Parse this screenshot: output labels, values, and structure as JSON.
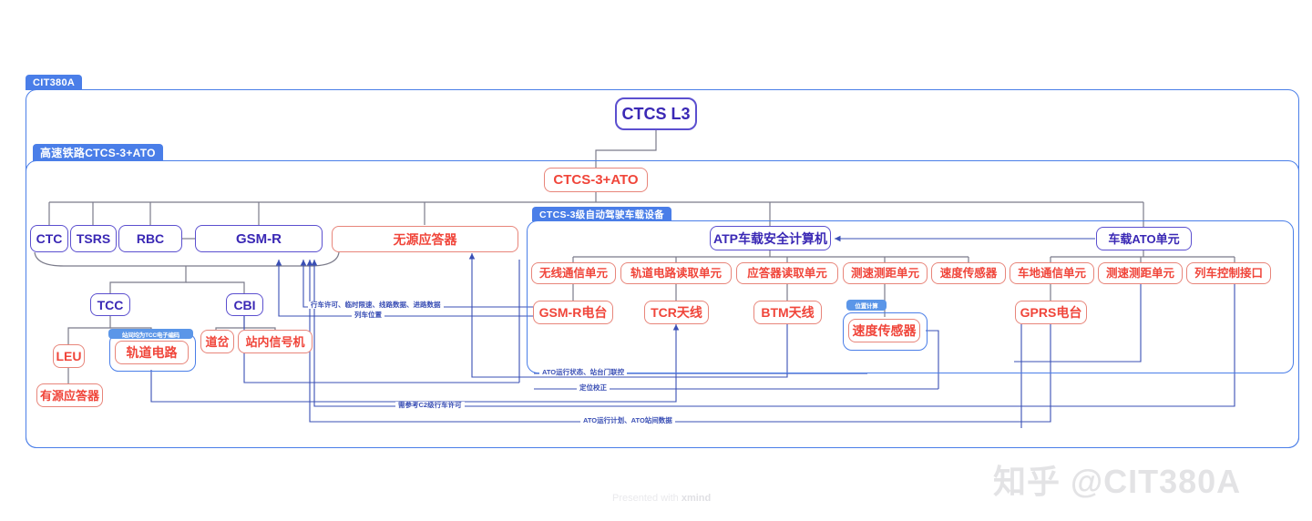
{
  "meta": {
    "watermark": "知乎 @CIT380A",
    "footer_prefix": "Presented with ",
    "footer_brand": "xmind",
    "colors": {
      "frame_blue": "#4a7ee8",
      "node_blue_border": "#5b4fcf",
      "node_blue_text": "#3a28b5",
      "node_red_border": "#e8857a",
      "node_red_text": "#f0453a",
      "badge_blue": "#5b96e8",
      "edge_gray": "#7b7b8a",
      "edge_blue": "#3a4fb5",
      "watermark_gray": "#e3e3e5"
    }
  },
  "frames": {
    "outer": {
      "label": "CIT380A"
    },
    "line": {
      "label": "高速铁路CTCS-3+ATO"
    },
    "onboard": {
      "label": "CTCS-3级自动驾驶车载设备"
    }
  },
  "root": {
    "label": "CTCS L3"
  },
  "line_root": {
    "label": "CTCS-3+ATO"
  },
  "ground": {
    "top_row": [
      {
        "name": "ctc",
        "label": "CTC"
      },
      {
        "name": "tsrs",
        "label": "TSRS"
      },
      {
        "name": "rbc",
        "label": "RBC"
      },
      {
        "name": "gsmr",
        "label": "GSM-R"
      }
    ],
    "balise_passive": {
      "label": "无源应答器"
    },
    "tcc": {
      "label": "TCC"
    },
    "cbi": {
      "label": "CBI"
    },
    "leu": {
      "label": "LEU"
    },
    "track_circuit": {
      "label": "轨道电路"
    },
    "track_circuit_badge": {
      "label": "站间均为TCC电子编码"
    },
    "switch": {
      "label": "道岔"
    },
    "station_signal": {
      "label": "站内信号机"
    },
    "balise_active": {
      "label": "有源应答器"
    }
  },
  "onboard": {
    "atp": {
      "label": "ATP车载安全计算机"
    },
    "ato": {
      "label": "车载ATO单元"
    },
    "atp_children": [
      {
        "name": "radio-comm-unit",
        "label": "无线通信单元"
      },
      {
        "name": "track-circuit-reader",
        "label": "轨道电路读取单元"
      },
      {
        "name": "balise-reader",
        "label": "应答器读取单元"
      },
      {
        "name": "speed-distance-unit",
        "label": "测速测距单元"
      },
      {
        "name": "speed-sensor",
        "label": "速度传感器"
      }
    ],
    "ato_children": [
      {
        "name": "train-ground-comm-unit",
        "label": "车地通信单元"
      },
      {
        "name": "speed-distance-unit-2",
        "label": "测速测距单元"
      },
      {
        "name": "train-control-interface",
        "label": "列车控制接口"
      }
    ],
    "gsmr_radio": {
      "label": "GSM-R电台"
    },
    "tcr_antenna": {
      "label": "TCR天线"
    },
    "btm_antenna": {
      "label": "BTM天线"
    },
    "speed_sensor_leaf": {
      "label": "速度传感器"
    },
    "speed_sensor_badge": {
      "label": "位置计算"
    },
    "gprs_radio": {
      "label": "GPRS电台"
    }
  },
  "edge_labels": [
    {
      "name": "edge-label-movement-authority",
      "label": "行车许可、临时限速、线路数据、进路数据"
    },
    {
      "name": "edge-label-train-position",
      "label": "列车位置"
    },
    {
      "name": "edge-label-ato-status",
      "label": "ATO运行状态、站台门联控"
    },
    {
      "name": "edge-label-position-correction",
      "label": "定位校正"
    },
    {
      "name": "edge-label-c2-authority",
      "label": "需参考C2级行车许可"
    },
    {
      "name": "edge-label-ato-plan",
      "label": "ATO运行计划、ATO站间数据"
    }
  ]
}
